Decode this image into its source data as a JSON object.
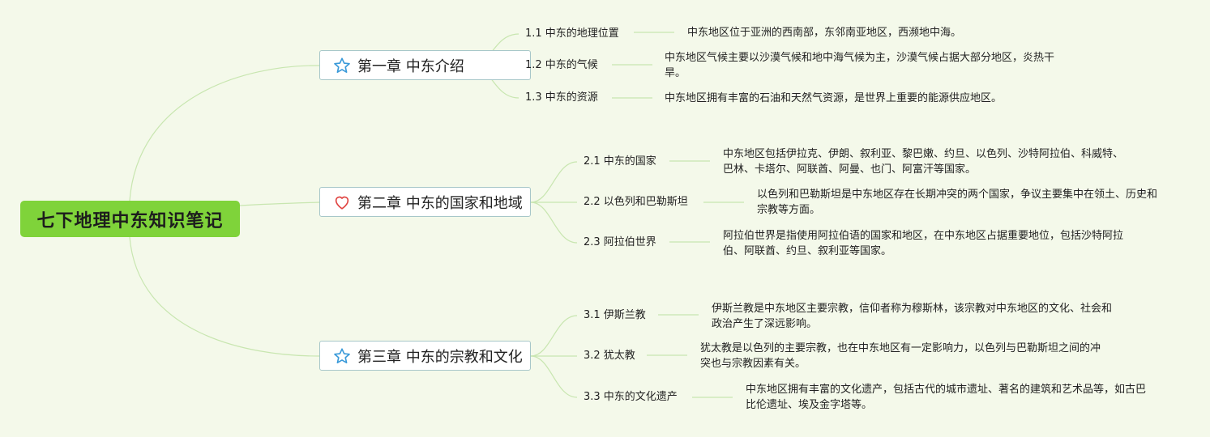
{
  "root": {
    "title": "七下地理中东知识笔记"
  },
  "chapters": [
    {
      "title": "第一章 中东介绍",
      "icon": "star-icon",
      "sections": [
        {
          "title": "1.1 中东的地理位置",
          "text": "中东地区位于亚洲的西南部，东邻南亚地区，西濒地中海。"
        },
        {
          "title": "1.2 中东的气候",
          "text": "中东地区气候主要以沙漠气候和地中海气候为主，沙漠气候占据大部分地区，炎热干旱。"
        },
        {
          "title": "1.3 中东的资源",
          "text": "中东地区拥有丰富的石油和天然气资源，是世界上重要的能源供应地区。"
        }
      ]
    },
    {
      "title": "第二章 中东的国家和地域",
      "icon": "heart-icon",
      "sections": [
        {
          "title": "2.1 中东的国家",
          "text": "中东地区包括伊拉克、伊朗、叙利亚、黎巴嫩、约旦、以色列、沙特阿拉伯、科威特、巴林、卡塔尔、阿联酋、阿曼、也门、阿富汗等国家。"
        },
        {
          "title": "2.2 以色列和巴勒斯坦",
          "text": "以色列和巴勒斯坦是中东地区存在长期冲突的两个国家，争议主要集中在领土、历史和宗教等方面。"
        },
        {
          "title": "2.3 阿拉伯世界",
          "text": "阿拉伯世界是指使用阿拉伯语的国家和地区，在中东地区占据重要地位，包括沙特阿拉伯、阿联酋、约旦、叙利亚等国家。"
        }
      ]
    },
    {
      "title": "第三章 中东的宗教和文化",
      "icon": "star-icon",
      "sections": [
        {
          "title": "3.1 伊斯兰教",
          "text": "伊斯兰教是中东地区主要宗教，信仰者称为穆斯林，该宗教对中东地区的文化、社会和政治产生了深远影响。"
        },
        {
          "title": "3.2 犹太教",
          "text": "犹太教是以色列的主要宗教，也在中东地区有一定影响力，以色列与巴勒斯坦之间的冲突也与宗教因素有关。"
        },
        {
          "title": "3.3 中东的文化遗产",
          "text": "中东地区拥有丰富的文化遗产，包括古代的城市遗址、著名的建筑和艺术品等，如古巴比伦遗址、埃及金字塔等。"
        }
      ]
    }
  ],
  "colors": {
    "background": "#f4f9ea",
    "root_fill": "#7fd33a",
    "connector": "#c8e6b0",
    "chapter_border": "#a7c7c9",
    "star_icon": "#3a9ad9",
    "heart_icon": "#e0413e"
  }
}
